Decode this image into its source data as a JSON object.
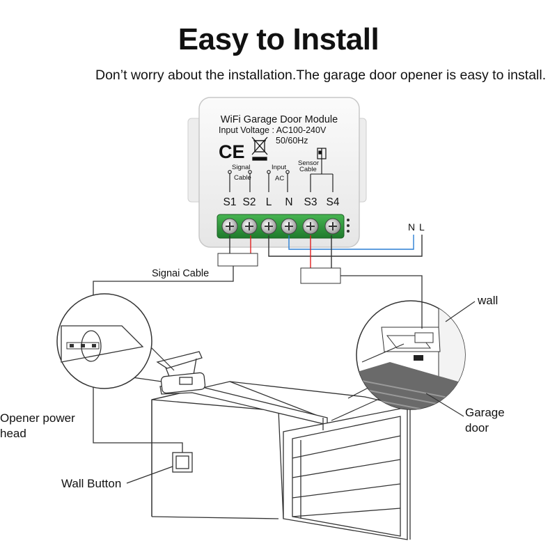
{
  "title": "Easy to Install",
  "subtitle": "Don’t worry about the installation.The garage door opener is easy to install.",
  "module": {
    "name": "WiFi Garage Door Module",
    "voltage": "Input Voltage : AC100-240V",
    "frequency": "50/60Hz",
    "ce_mark": "CE",
    "group_signal": "Signal",
    "group_signal_2": "Cable",
    "group_input": "Input",
    "group_input_2": "AC",
    "group_sensor": "Sensor",
    "group_sensor_2": "Cable",
    "terminals": [
      "S1",
      "S2",
      "L",
      "N",
      "S3",
      "S4"
    ]
  },
  "power": {
    "n": "N",
    "l": "L"
  },
  "labels": {
    "signal_cable": "Signai Cable",
    "wall": "wall",
    "garage_door_1": "Garage",
    "garage_door_2": "door",
    "opener_1": "Opener power",
    "opener_2": "head",
    "wall_button": "Wall Button"
  },
  "colors": {
    "terminal_green": "#2e9a3c",
    "wire_red": "#e02020",
    "wire_blue": "#2a7fd4",
    "line": "#333333"
  }
}
